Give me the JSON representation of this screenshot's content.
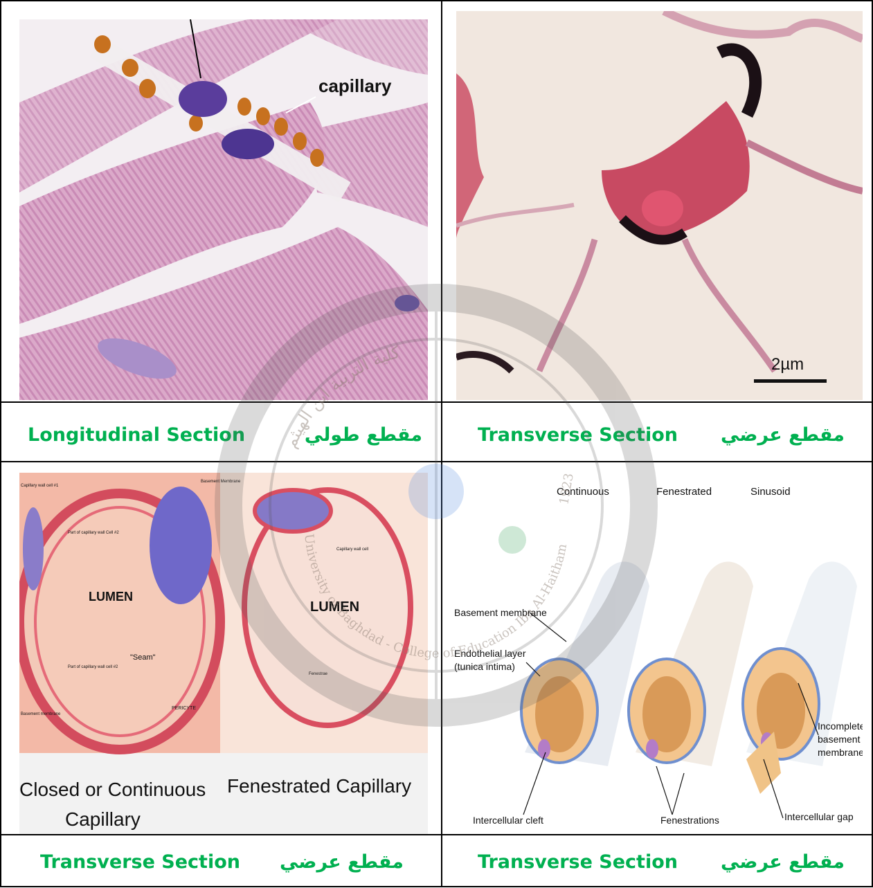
{
  "panels": {
    "top_left": {
      "label": "capillary"
    },
    "top_right": {
      "scale_bar": "2µm"
    },
    "bottom_left": {
      "labels": {
        "lumen_1": "LUMEN",
        "lumen_2": "LUMEN",
        "seam": "\"Seam\"",
        "pericyte": "PERICYTE",
        "basement_membrane_top": "Basement Membrane",
        "basement_membrane_left": "Basement membrane",
        "capillary_wall_cell": "Capillary wall cell",
        "wall_cell_1": "Capillary wall cell #1",
        "part_wall_a": "Part of capillary wall Cell #2",
        "part_wall_b": "Part of capillary wall cell #2",
        "fenestrae": "Fenestrae",
        "title_closed": "Closed or Continuous",
        "title_capillary": "Capillary",
        "title_fenestrated": "Fenestrated Capillary"
      }
    },
    "bottom_right": {
      "headers": [
        "Continuous",
        "Fenestrated",
        "Sinusoid"
      ],
      "labels": {
        "basement_membrane": "Basement membrane",
        "endothelial_1": "Endothelial layer",
        "endothelial_2": "(tunica intima)",
        "incomplete_1": "Incomplete",
        "incomplete_2": "basement",
        "incomplete_3": "membrane",
        "intercellular_cleft": "Intercellular cleft",
        "fenestrations": "Fenestrations",
        "intercellular_gap": "Intercellular gap"
      }
    }
  },
  "captions": {
    "row1_left_en": "Longitudinal Section",
    "row1_left_ar": "مقطع طولي",
    "row1_right_en": "Transverse Section",
    "row1_right_ar": "مقطع عرضي",
    "row2_left_en": "Transverse Section",
    "row2_left_ar": "مقطع عرضي",
    "row2_right_en": "Transverse Section",
    "row2_right_ar": "مقطع عرضي"
  },
  "watermark": {
    "arabic": "كلية التربية ابن الهيثم",
    "english": "University of Baghdad - College of Education Ibn Al-Haitham",
    "year": "1923"
  },
  "colors": {
    "caption_green": "#00b050"
  }
}
